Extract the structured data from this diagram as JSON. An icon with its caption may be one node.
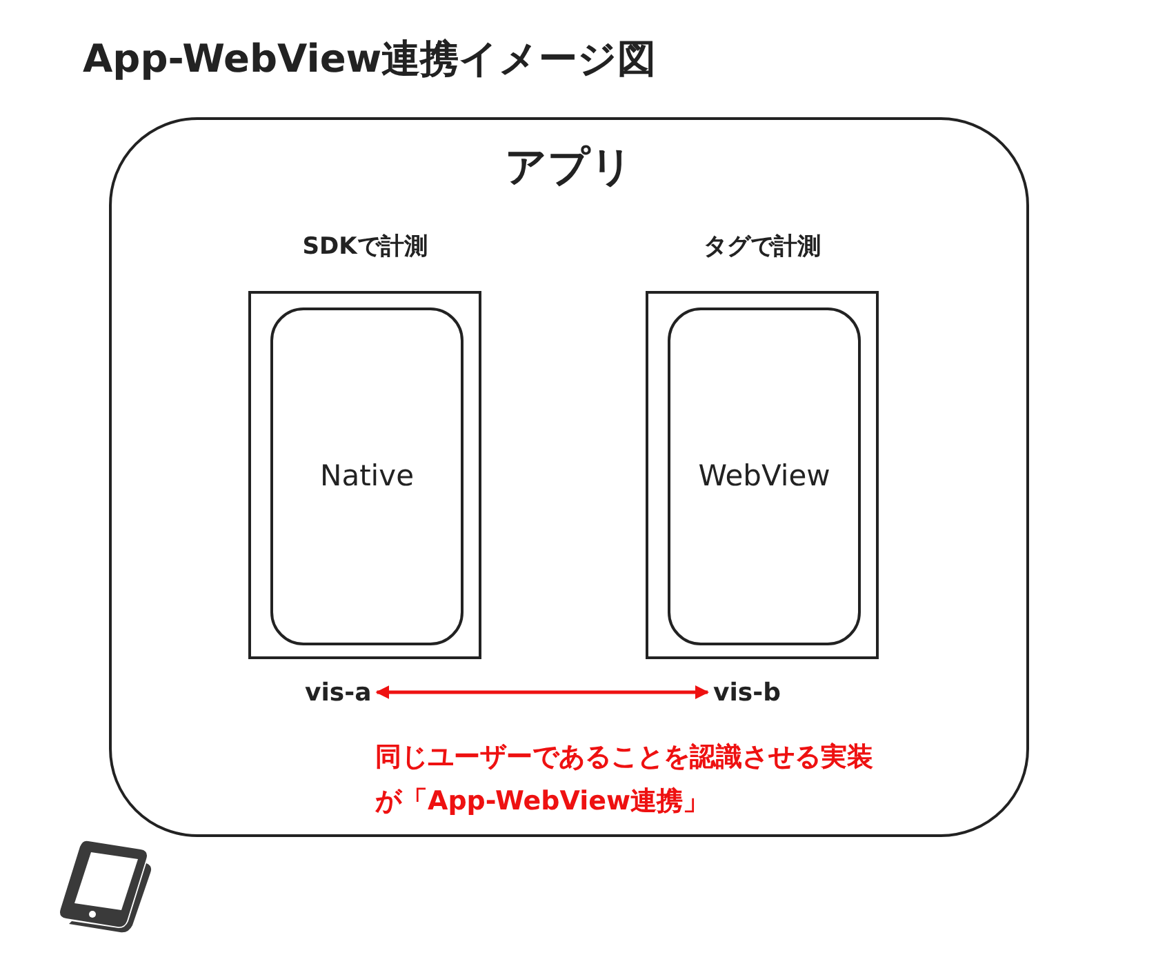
{
  "diagram": {
    "title": "App-WebView連携イメージ図",
    "nodes": [
      {
        "text": [
          "アプリ"
        ]
      },
      {
        "text": [
          "SDKで計測"
        ],
        "in": 0
      },
      {
        "text": [
          "Native"
        ],
        "in": 1
      },
      {
        "text": [
          "タグで計測"
        ],
        "in": 0
      },
      {
        "text": [
          "WebView"
        ],
        "in": 3
      },
      {
        "text": [
          "vis-a"
        ],
        "in": 0
      },
      {
        "text": [
          "vis-b"
        ],
        "in": 0
      }
    ],
    "edges": [
      {
        "from": 5,
        "to": 6,
        "arrow": "both",
        "color": "#ee1111"
      }
    ],
    "labels": [
      "同じユーザーであることを認識させる実装が「App-WebView連携」"
    ]
  }
}
